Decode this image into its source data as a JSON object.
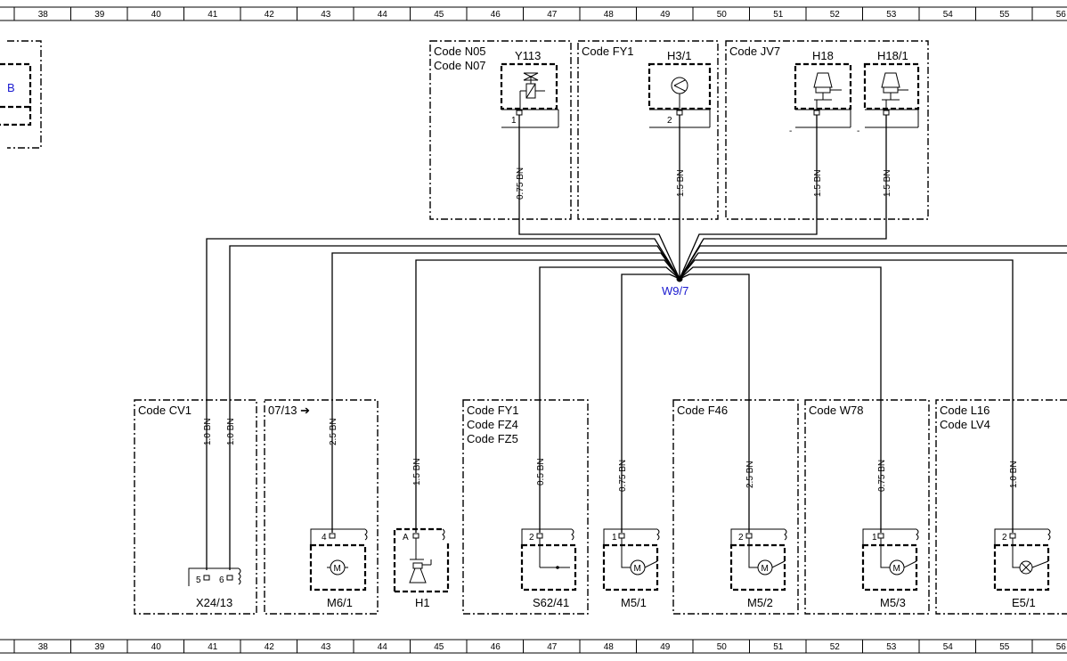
{
  "ruler": {
    "top": [
      "38",
      "39",
      "40",
      "41",
      "42",
      "43",
      "44",
      "45",
      "46",
      "47",
      "48",
      "49",
      "50",
      "51",
      "52",
      "53",
      "54",
      "55",
      "56"
    ],
    "bottom": [
      "38",
      "39",
      "40",
      "41",
      "42",
      "43",
      "44",
      "45",
      "46",
      "47",
      "48",
      "49",
      "50",
      "51",
      "52",
      "53",
      "54",
      "55",
      "56"
    ]
  },
  "left_partial": {
    "text": "B"
  },
  "splice": {
    "label": "W9/7",
    "color": "#1a1ad0"
  },
  "top_components": [
    {
      "id": "y113",
      "code_lines": [
        "Code N05",
        "Code N07"
      ],
      "name": "Y113",
      "pin": "1",
      "wire": "0.75 BN",
      "icon": "valve-icon"
    },
    {
      "id": "h3-1",
      "code_lines": [
        "Code FY1"
      ],
      "name": "H3/1",
      "pin": "2",
      "wire": "1.5 BN",
      "icon": "lamp-indicator-icon"
    },
    {
      "id": "h18",
      "code_lines": [
        "Code JV7"
      ],
      "name": "H18",
      "pin": "-",
      "wire": "1.5 BN",
      "icon": "horn-icon"
    },
    {
      "id": "h18-1",
      "code_lines": [],
      "name": "H18/1",
      "pin": "-",
      "wire": "1.5 BN",
      "icon": "horn-icon"
    }
  ],
  "bottom_components": [
    {
      "id": "x24-13",
      "code_lines": [
        "Code CV1"
      ],
      "name": "X24/13",
      "pins": [
        "5",
        "6"
      ],
      "wires": [
        "1.0 BN",
        "1.0 BN"
      ],
      "icon": "connector-icon"
    },
    {
      "id": "m6-1",
      "code_lines": [
        "07/13 ➔"
      ],
      "name": "M6/1",
      "pins": [
        "4"
      ],
      "wires": [
        "2.5 BN"
      ],
      "icon": "motor-icon"
    },
    {
      "id": "h1",
      "code_lines": [],
      "name": "H1",
      "pins": [
        "A"
      ],
      "wires": [
        "1.5 BN"
      ],
      "icon": "horn-icon"
    },
    {
      "id": "s62-41",
      "code_lines": [
        "Code FY1",
        "Code FZ4",
        "Code FZ5"
      ],
      "name": "S62/41",
      "pins": [
        "2"
      ],
      "wires": [
        "0.5 BN"
      ],
      "icon": "switch-icon"
    },
    {
      "id": "m5-1",
      "code_lines": [],
      "name": "M5/1",
      "pins": [
        "1"
      ],
      "wires": [
        "0.75 BN"
      ],
      "icon": "motor-icon"
    },
    {
      "id": "m5-2",
      "code_lines": [
        "Code F46"
      ],
      "name": "M5/2",
      "pins": [
        "2"
      ],
      "wires": [
        "2.5 BN"
      ],
      "icon": "motor-icon"
    },
    {
      "id": "m5-3",
      "code_lines": [
        "Code W78"
      ],
      "name": "M5/3",
      "pins": [
        "1"
      ],
      "wires": [
        "0.75 BN"
      ],
      "icon": "motor-icon"
    },
    {
      "id": "e5-1",
      "code_lines": [
        "Code L16",
        "Code LV4"
      ],
      "name": "E5/1",
      "pins": [
        "2"
      ],
      "wires": [
        "1.0 BN"
      ],
      "icon": "lamp-icon"
    }
  ]
}
